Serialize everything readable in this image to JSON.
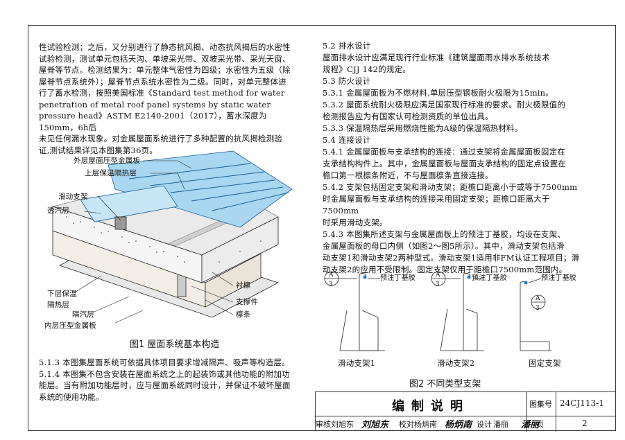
{
  "left_top": [
    "性试验检测；之后，又分别进行了静态抗风揭、动态抗风揭后的水密性",
    "试验检测，测试单元包括天沟、单坡采光带、双坡采光带、采光天窗、",
    "屋脊等节点。检测结果为：单元整体气密性为四级；水密性为五级（除",
    "屋脊节点系统外）；屋脊节点系统水密性为二级。同时，对单元整体进",
    "行了蓄水检测，按照美国标准《Standard test method for water",
    "penetration of metal roof panel systems by static water",
    "pressure head》ASTM E2140-2001（2017），蓄水深度为150mm，6h后",
    "未见任何漏水现象。对金属屋面系统进行了多种配置的抗风揭检测验",
    "证,测试结果详见本图集第36页。"
  ],
  "fig1": {
    "labels": {
      "outer_panel": "外层屋面压型金属板",
      "upper_insulation": "上层保温隔热层",
      "sliding_support": "滑动支架",
      "vapor_permeable": "透汽层",
      "lower_insulation_1": "下层保温",
      "lower_insulation_2": "隔热层",
      "vapor_barrier": "隔汽层",
      "inner_panel": "内层压型金属板",
      "purlin_pad": "衬檩",
      "support_member": "支撑件",
      "purlin": "檩条"
    },
    "caption": "图1  屋面系统基本构造"
  },
  "left_bottom": [
    "5.1.3 本图集屋面系统可依据具体项目要求增减隔声、吸声等构造层。",
    "5.1.4 本图集不包含安装在屋面系统之上的起装饰或其他功能的附加功",
    "能层。当有附加功能层时，应与屋面系统同时设计，并保证不破坏屋面",
    "系统的使用功能。"
  ],
  "right_lines": [
    "5.2  排水设计",
    "     屋面排水设计应满足现行行业标准《建筑屋面雨水排水系统技术",
    "规程》CJJ 142的规定。",
    "5.3  防火设计",
    "5.3.1 金属屋面板为不燃材料,单层压型钢板耐火极限为15min。",
    "5.3.2 屋面系统耐火极限应满足国家现行标准的要求。耐火极限值的",
    "检测报告应为有国家认可检测资质的单位出具。",
    "5.3.3 保温隔热层采用燃烧性能为A级的保温隔热材料。",
    "5.4  连接设计",
    "5.4.1 金属屋面板与支承结构的连接：通过支架将金属屋面板固定在",
    "支承结构构件上。其中，金属屋面板与屋面支承结构的固定点设置在",
    "檐口第一根檩条附近，不与屋面檩条直接连接。",
    "5.4.2 支架包括固定支架和滑动支架；距檐口距离小于或等于7500mm",
    "时金属屋面板与支承结构的连接采用固定支架；距檐口距离大于7500mm",
    "时采用滑动支架。",
    "5.4.3 本图集所述支架与金属屋面板上的预注丁基胶，均设在支架、",
    "金属屋面板的母口内侧（如图2～图5所示）。其中，滑动支架包括滑",
    "动支架1和滑动支架2两种型式。滑动支架1适用非FM认证工程项目；滑",
    "动支架2的应用不受限制。固定支架仅用于距檐口7500mm范围内。"
  ],
  "fig2": {
    "callout_top": "A",
    "callout_bottom": "3",
    "butyl_label": "预注丁基胶",
    "names": [
      "滑动支架1",
      "滑动支架2",
      "固定支架"
    ],
    "caption": "图2  不同类型支架"
  },
  "title_block": {
    "title": "编制说明",
    "atlas_no_label": "图集号",
    "atlas_no": "24CJ113-1",
    "review_label": "审核",
    "reviewer": "刘旭东",
    "check_label": "校对",
    "checker": "杨炳南",
    "design_label": "设计",
    "designer": "潘丽",
    "page_label": "页",
    "page": "2"
  }
}
